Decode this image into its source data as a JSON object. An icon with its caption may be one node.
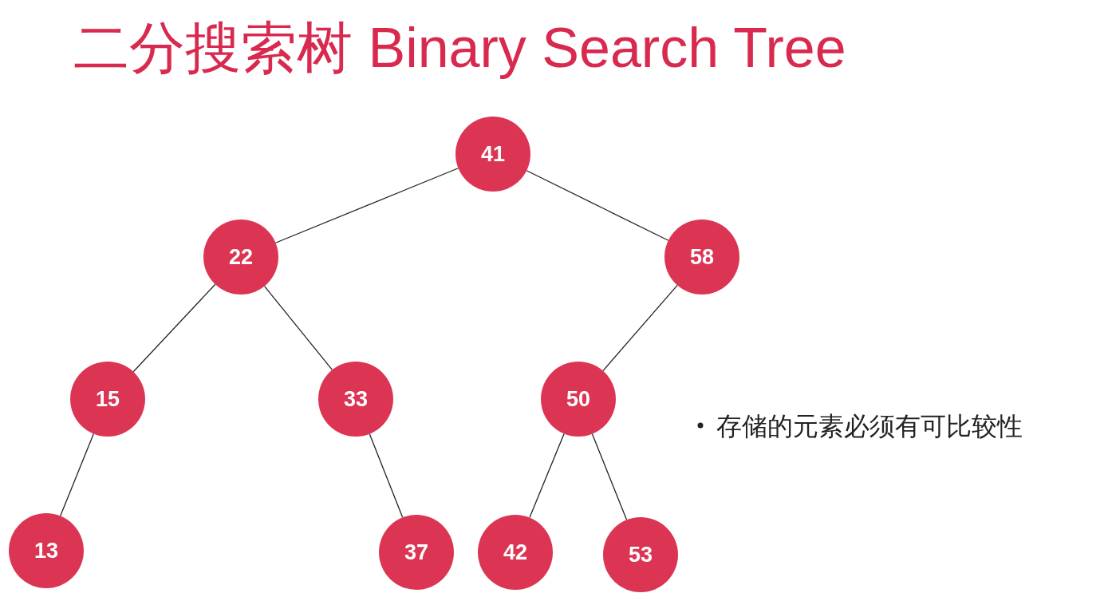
{
  "diagram": {
    "title": "二分搜索树 Binary Search Tree",
    "nodes": [
      {
        "text": [
          "41"
        ]
      },
      {
        "text": [
          "22"
        ]
      },
      {
        "text": [
          "58"
        ]
      },
      {
        "text": [
          "15"
        ]
      },
      {
        "text": [
          "33"
        ]
      },
      {
        "text": [
          "50"
        ]
      },
      {
        "text": [
          "13"
        ]
      },
      {
        "text": [
          "37"
        ]
      },
      {
        "text": [
          "42"
        ]
      },
      {
        "text": [
          "53"
        ]
      }
    ],
    "edges": [
      {
        "from": 0,
        "to": 1,
        "arrow": "none"
      },
      {
        "from": 0,
        "to": 2,
        "arrow": "none"
      },
      {
        "from": 1,
        "to": 3,
        "arrow": "none"
      },
      {
        "from": 1,
        "to": 4,
        "arrow": "none"
      },
      {
        "from": 2,
        "to": 5,
        "arrow": "none"
      },
      {
        "from": 3,
        "to": 6,
        "arrow": "none"
      },
      {
        "from": 4,
        "to": 7,
        "arrow": "none"
      },
      {
        "from": 5,
        "to": 8,
        "arrow": "none"
      },
      {
        "from": 5,
        "to": 9,
        "arrow": "none"
      }
    ],
    "labels": [
      "存储的元素必须有可比较性"
    ]
  }
}
